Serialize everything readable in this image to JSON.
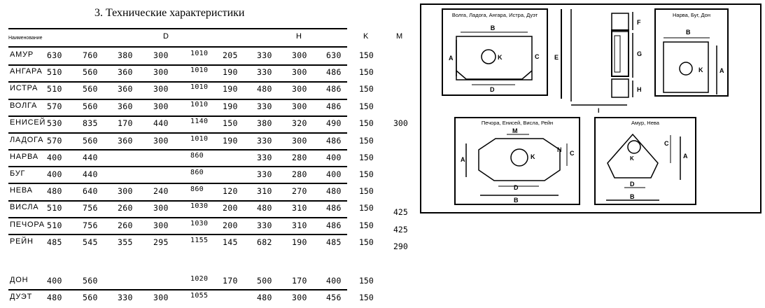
{
  "title": "3. Технические характеристики",
  "table": {
    "headers": {
      "name": "Наименование",
      "d": "D",
      "h": "H",
      "k": "K",
      "m": "M"
    },
    "rows": [
      {
        "name": "АМУР",
        "cells": [
          "630",
          "760",
          "380",
          "300",
          "1010",
          "205",
          "330",
          "300",
          "630"
        ],
        "k": "150",
        "m": ""
      },
      {
        "name": "АНГАРА",
        "cells": [
          "510",
          "560",
          "360",
          "300",
          "1010",
          "190",
          "330",
          "300",
          "486"
        ],
        "k": "150",
        "m": ""
      },
      {
        "name": "ИСТРА",
        "cells": [
          "510",
          "560",
          "360",
          "300",
          "1010",
          "190",
          "480",
          "300",
          "486"
        ],
        "k": "150",
        "m": ""
      },
      {
        "name": "ВОЛГА",
        "cells": [
          "570",
          "560",
          "360",
          "300",
          "1010",
          "190",
          "330",
          "300",
          "486"
        ],
        "k": "150",
        "m": ""
      },
      {
        "name": "ЕНИСЕЙ",
        "cells": [
          "530",
          "835",
          "170",
          "440",
          "1140",
          "150",
          "380",
          "320",
          "490"
        ],
        "k": "150",
        "m": "300"
      },
      {
        "name": "ЛАДОГА",
        "cells": [
          "570",
          "560",
          "360",
          "300",
          "1010",
          "190",
          "330",
          "300",
          "486"
        ],
        "k": "150",
        "m": ""
      },
      {
        "name": "НАРВА",
        "cells": [
          "400",
          "440",
          "",
          "",
          "860",
          "",
          "330",
          "280",
          "400"
        ],
        "k": "150",
        "m": ""
      },
      {
        "name": "БУГ",
        "cells": [
          "400",
          "440",
          "",
          "",
          "860",
          "",
          "330",
          "280",
          "400"
        ],
        "k": "150",
        "m": ""
      },
      {
        "name": "НЕВА",
        "cells": [
          "480",
          "640",
          "300",
          "240",
          "860",
          "120",
          "310",
          "270",
          "480"
        ],
        "k": "150",
        "m": ""
      },
      {
        "name": "ВИСЛА",
        "cells": [
          "510",
          "756",
          "260",
          "300",
          "1030",
          "200",
          "480",
          "310",
          "486"
        ],
        "k": "150",
        "m": "425"
      },
      {
        "name": "ПЕЧОРА",
        "cells": [
          "510",
          "756",
          "260",
          "300",
          "1030",
          "200",
          "330",
          "310",
          "486"
        ],
        "k": "150",
        "m": "425"
      },
      {
        "name": "РЕЙН",
        "cells": [
          "485",
          "545",
          "355",
          "295",
          "1155",
          "145",
          "682",
          "190",
          "485"
        ],
        "k": "150",
        "m": "290"
      },
      {
        "name": "ДОН",
        "cells": [
          "400",
          "560",
          "",
          "",
          "1020",
          "170",
          "500",
          "170",
          "400"
        ],
        "k": "150",
        "m": ""
      },
      {
        "name": "ДУЭТ",
        "cells": [
          "480",
          "560",
          "330",
          "300",
          "1055",
          "",
          "480",
          "300",
          "456"
        ],
        "k": "150",
        "m": ""
      }
    ]
  },
  "diagram": {
    "panel1_caption": "Волга, Ладога, Ангара, Истра, Дуэт",
    "panel2_caption": "Нарва, Буг, Дон",
    "panel3_caption": "Печора, Енисей, Висла, Рейн",
    "panel4_caption": "Амур, Нева",
    "dims": {
      "A": "A",
      "B": "B",
      "C": "C",
      "D": "D",
      "E": "E",
      "F": "F",
      "G": "G",
      "H": "H",
      "I": "I",
      "K": "K",
      "M": "M",
      "N": "N"
    }
  }
}
